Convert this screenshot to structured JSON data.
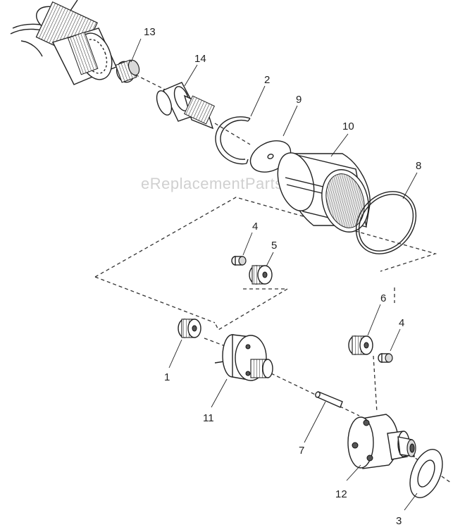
{
  "watermark": "eReplacementParts.com",
  "part_labels": {
    "p13": "13",
    "p14": "14",
    "p2": "2",
    "p9": "9",
    "p10": "10",
    "p8": "8",
    "p4a": "4",
    "p5": "5",
    "p6": "6",
    "p4b": "4",
    "p1": "1",
    "p11": "11",
    "p7": "7",
    "p12": "12",
    "p3": "3"
  }
}
